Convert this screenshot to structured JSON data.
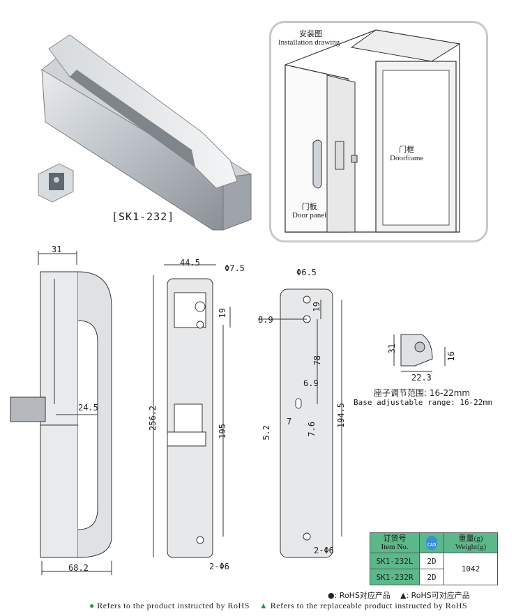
{
  "product": {
    "label": "[SK1-232]"
  },
  "installation": {
    "title_cn": "安装图",
    "title_en": "Installation drawing",
    "doorframe_cn": "门框",
    "doorframe_en": "Doorframe",
    "doorpanel_cn": "门板",
    "doorpanel_en": "Door panel"
  },
  "dimensions": {
    "side_width": "31",
    "side_depth": "68.2",
    "side_offset": "24.5",
    "front_width": "44.5",
    "front_hole": "Φ7.5",
    "front_hole_gap": "19",
    "front_height": "256.2",
    "front_inner": "195",
    "front_mount": "2-Φ6",
    "back_hole": "Φ6.5",
    "back_hole_gap": "19",
    "back_offset": "8.9",
    "back_78": "78",
    "back_69": "6.9",
    "back_52": "5.2",
    "back_7": "7",
    "back_76": "7.6",
    "back_height": "194.5",
    "back_mount": "2-Φ6",
    "base_31": "31",
    "base_16": "16",
    "base_223": "22.3",
    "base_range_cn": "座子调节范围: 16-22mm",
    "base_range_en": "Base adjustable range: 16-22mm"
  },
  "table": {
    "h_item_cn": "订货号",
    "h_item_en": "Item No.",
    "h_cad": "CAD",
    "h_weight_cn": "重量(g)",
    "h_weight_en": "Weight(g)",
    "rows": [
      {
        "item": "SK1-232L",
        "cad": "2D"
      },
      {
        "item": "SK1-232R",
        "cad": "2D"
      }
    ],
    "weight": "1042"
  },
  "legend": {
    "rohs_cn": "●: RoHS对应产品",
    "replace_cn": "▲: RoHS可对应产品",
    "rohs_en": "Refers to the product instructed by RoHS",
    "replace_en": "Refers to the replaceable product instructed by RoHS"
  },
  "colors": {
    "header_green": "#5cb88a",
    "cad_blue": "#3a8fd8",
    "rohs_green": "#1a9d4a"
  }
}
